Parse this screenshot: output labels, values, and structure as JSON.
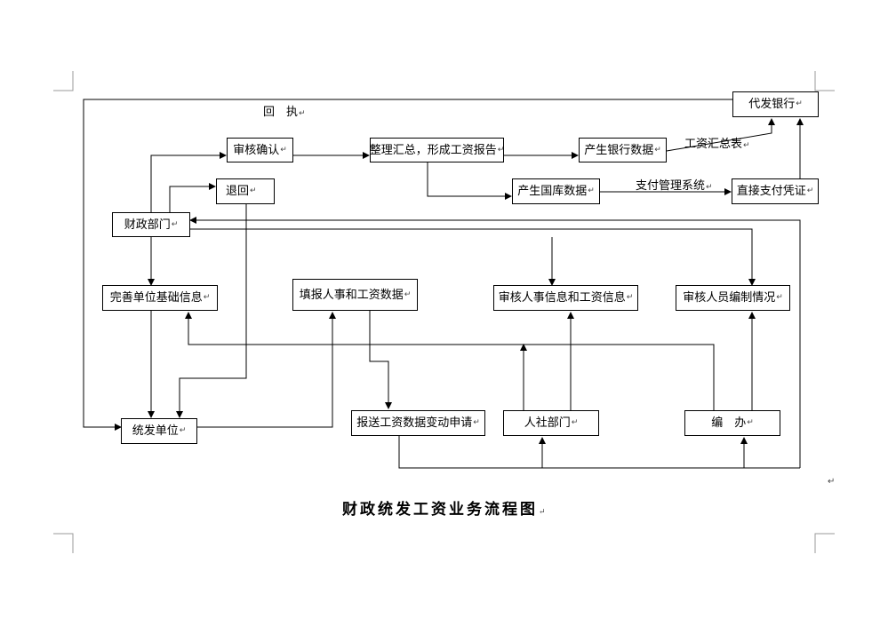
{
  "nodes": {
    "bank": "代发银行",
    "review": "审核确认",
    "summary": "整理汇总，形成工资报告",
    "bank_data": "产生银行数据",
    "return": "退回",
    "treasury_data": "产生国库数据",
    "direct_pay": "直接支付凭证",
    "finance": "财政部门",
    "unit_info": "完善单位基础信息",
    "fill_data": "填报人事和工资数据",
    "review_hr": "审核人事信息和工资信息",
    "review_staff": "审核人员编制情况",
    "unified_unit": "统发单位",
    "submit_change": "报送工资数据变动申请",
    "hr_dept": "人社部门",
    "staffing_office": "编　办"
  },
  "edge_labels": {
    "receipt": "回　执",
    "wage_summary": "工资汇总表",
    "payment_system": "支付管理系统"
  },
  "title": "财政统发工资业务流程图",
  "paragraph_mark": "↵"
}
